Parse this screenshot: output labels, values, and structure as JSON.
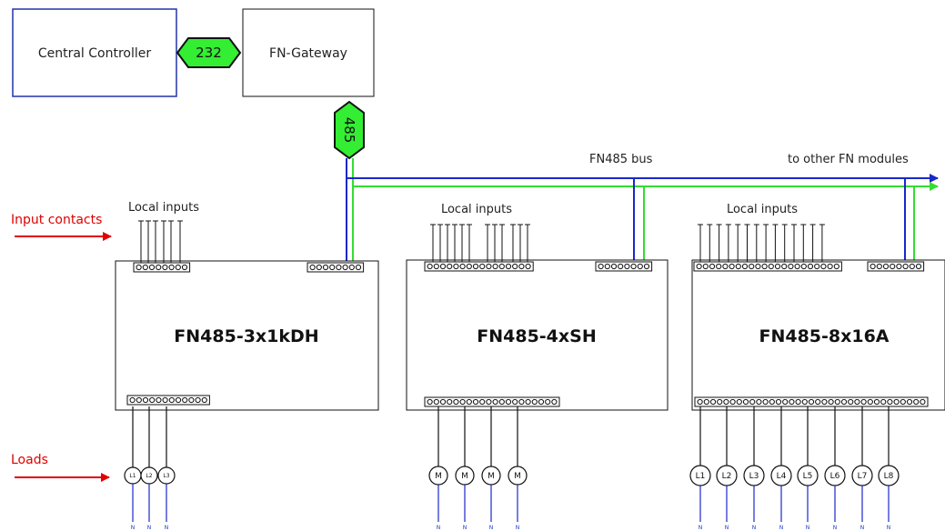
{
  "controller": {
    "label": "Central Controller"
  },
  "gateway": {
    "label": "FN-Gateway"
  },
  "links": {
    "serial": "232",
    "bus": "485"
  },
  "bus": {
    "label": "FN485 bus",
    "other_label": "to other FN modules",
    "colors": {
      "data": "#1a28c8",
      "power": "#33dd33"
    }
  },
  "side_labels": {
    "inputs": "Input contacts",
    "loads": "Loads",
    "arrow_color": "#e00000"
  },
  "local_inputs_label": "Local inputs",
  "modules": [
    {
      "title": "FN485-3x1kDH",
      "loads": [
        "L1",
        "L2",
        "L3"
      ],
      "neutral": "N"
    },
    {
      "title": "FN485-4xSH",
      "loads": [
        "M",
        "M",
        "M",
        "M"
      ],
      "neutral": "N"
    },
    {
      "title": "FN485-8x16A",
      "loads": [
        "L1",
        "L2",
        "L3",
        "L4",
        "L5",
        "L6",
        "L7",
        "L8"
      ],
      "neutral": "N"
    }
  ]
}
